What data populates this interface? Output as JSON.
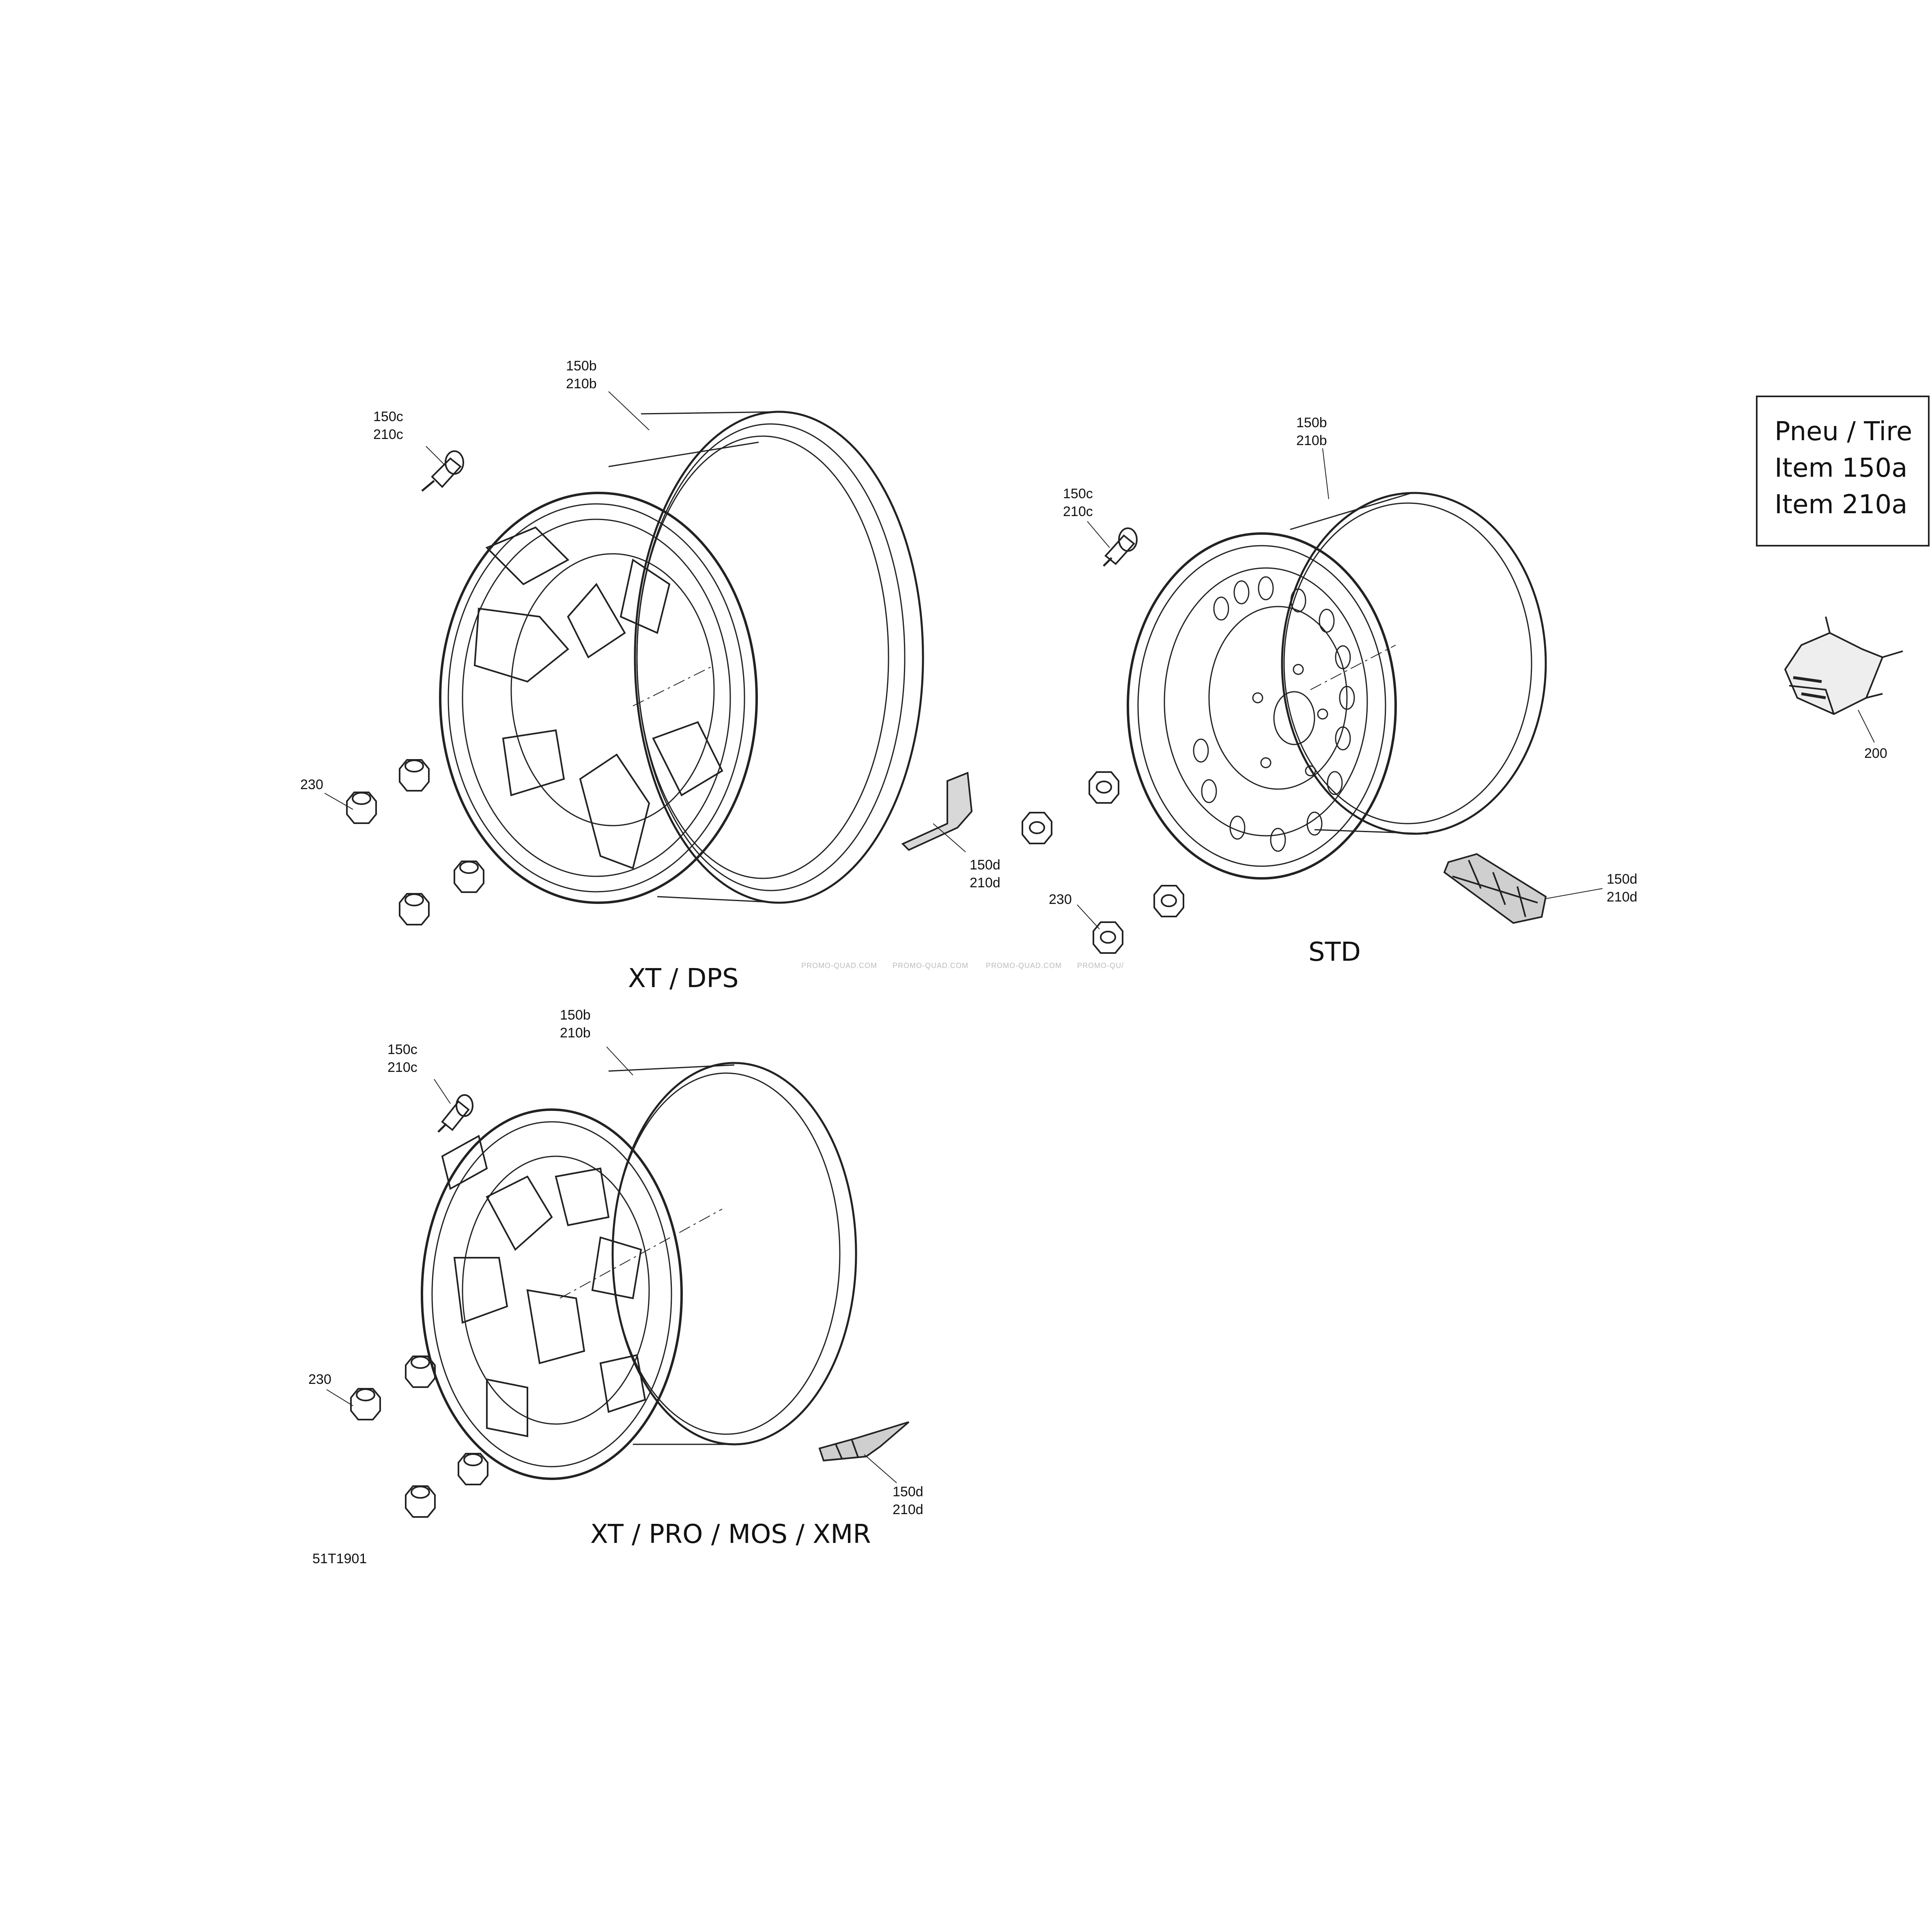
{
  "legend": {
    "line1": "Pneu / Tire",
    "line2": "Item 150a",
    "line3": "Item 210a"
  },
  "models": {
    "xt_dps": "XT / DPS",
    "std": "STD",
    "xt_pro": "XT / PRO / MOS / XMR"
  },
  "drawing_number": "51T1901",
  "watermark": [
    "PROMO-QUAD.COM",
    "PROMO-QUAD.COM",
    "PROMO-QUAD.COM",
    "PROMO-QU/"
  ],
  "callouts": {
    "dps_rim": [
      "150b",
      "210b"
    ],
    "dps_valve": [
      "150c",
      "210c"
    ],
    "dps_nut": "230",
    "dps_weight": [
      "150d",
      "210d"
    ],
    "std_rim": [
      "150b",
      "210b"
    ],
    "std_valve": [
      "150c",
      "210c"
    ],
    "std_nut": "230",
    "std_weight": [
      "150d",
      "210d"
    ],
    "pro_rim": [
      "150b",
      "210b"
    ],
    "pro_valve": [
      "150c",
      "210c"
    ],
    "pro_nut": "230",
    "pro_weight": [
      "150d",
      "210d"
    ],
    "tpms": "200"
  }
}
